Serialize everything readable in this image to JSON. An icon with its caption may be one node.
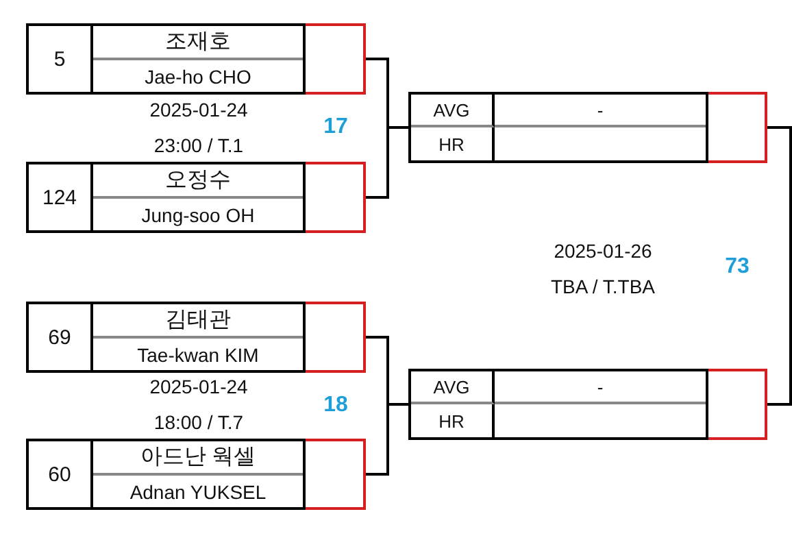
{
  "diagram": {
    "nodes": [
      {
        "text": [
          "5",
          "조재호",
          "Jae-ho CHO"
        ]
      },
      {
        "text": [
          "124",
          "오정수",
          "Jung-soo OH"
        ]
      },
      {
        "text": [
          "69",
          "김태관",
          "Tae-kwan KIM"
        ]
      },
      {
        "text": [
          "60",
          "아드난 웍셀",
          "Adnan YUKSEL"
        ]
      },
      {
        "text": [
          "AVG",
          "HR",
          "-"
        ]
      },
      {
        "text": [
          "AVG",
          "HR",
          "-"
        ]
      }
    ],
    "edges": [
      {
        "from": 0,
        "to": 4,
        "arrow": "none"
      },
      {
        "from": 1,
        "to": 4,
        "arrow": "none"
      },
      {
        "from": 2,
        "to": 5,
        "arrow": "none"
      },
      {
        "from": 3,
        "to": 5,
        "arrow": "none"
      },
      {
        "from": 4,
        "to": 5,
        "arrow": "none"
      }
    ],
    "labels": [
      "2025-01-24",
      "23:00 / T.1",
      "17",
      "2025-01-26",
      "TBA / T.TBA",
      "73",
      "2025-01-24",
      "18:00 / T.7",
      "18"
    ]
  }
}
